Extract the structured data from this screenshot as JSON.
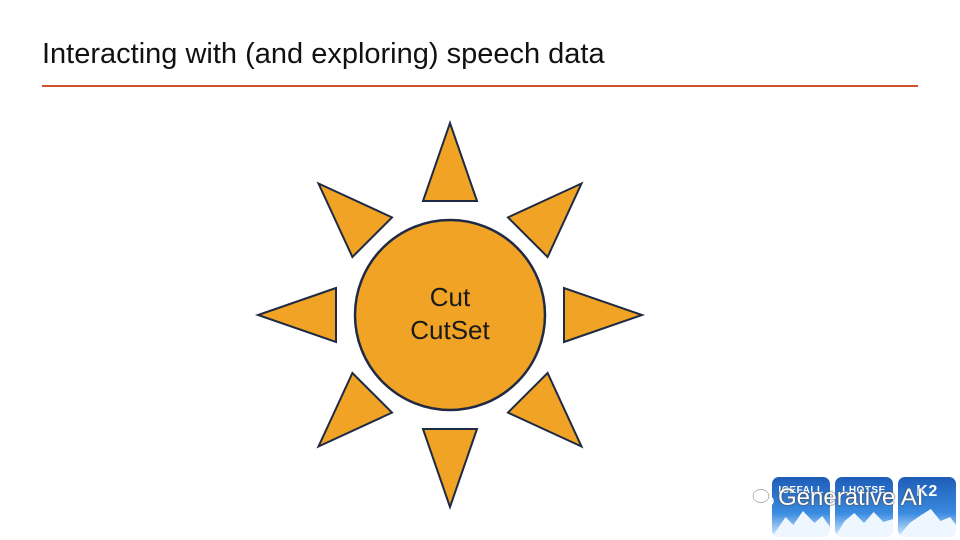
{
  "slide": {
    "title": "Interacting with (and exploring) speech data"
  },
  "diagram": {
    "center_lines": [
      "Cut",
      "CutSet"
    ],
    "colors": {
      "fill": "#f0a325",
      "stroke": "#1f2a44",
      "rule": "#d2522f"
    }
  },
  "logos": {
    "tiles": [
      "ICEFALL",
      "LHOTSE",
      "K2"
    ]
  },
  "watermark": {
    "text": "Generative AI",
    "icon": "wechat-icon"
  }
}
